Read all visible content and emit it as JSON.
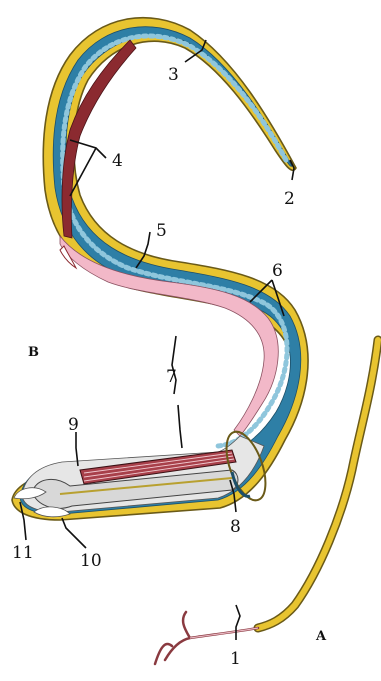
{
  "panels": {
    "a": "A",
    "b": "B"
  },
  "labels": {
    "l1": "1",
    "l2": "2",
    "l3": "3",
    "l4": "4",
    "l5": "5",
    "l6": "6",
    "l7": "7",
    "l8": "8",
    "l9": "9",
    "l10": "10",
    "l11": "11"
  },
  "colors": {
    "cuticle": "#e8c430",
    "cuticle_edge": "#7a6a20",
    "muscle": "#2e7fa6",
    "muscle_light": "#6fb3cf",
    "intestine": "#f2b8c8",
    "stichosome": "#8b2a30",
    "hindgut": "#c9c9c9",
    "outline": "#222222"
  }
}
